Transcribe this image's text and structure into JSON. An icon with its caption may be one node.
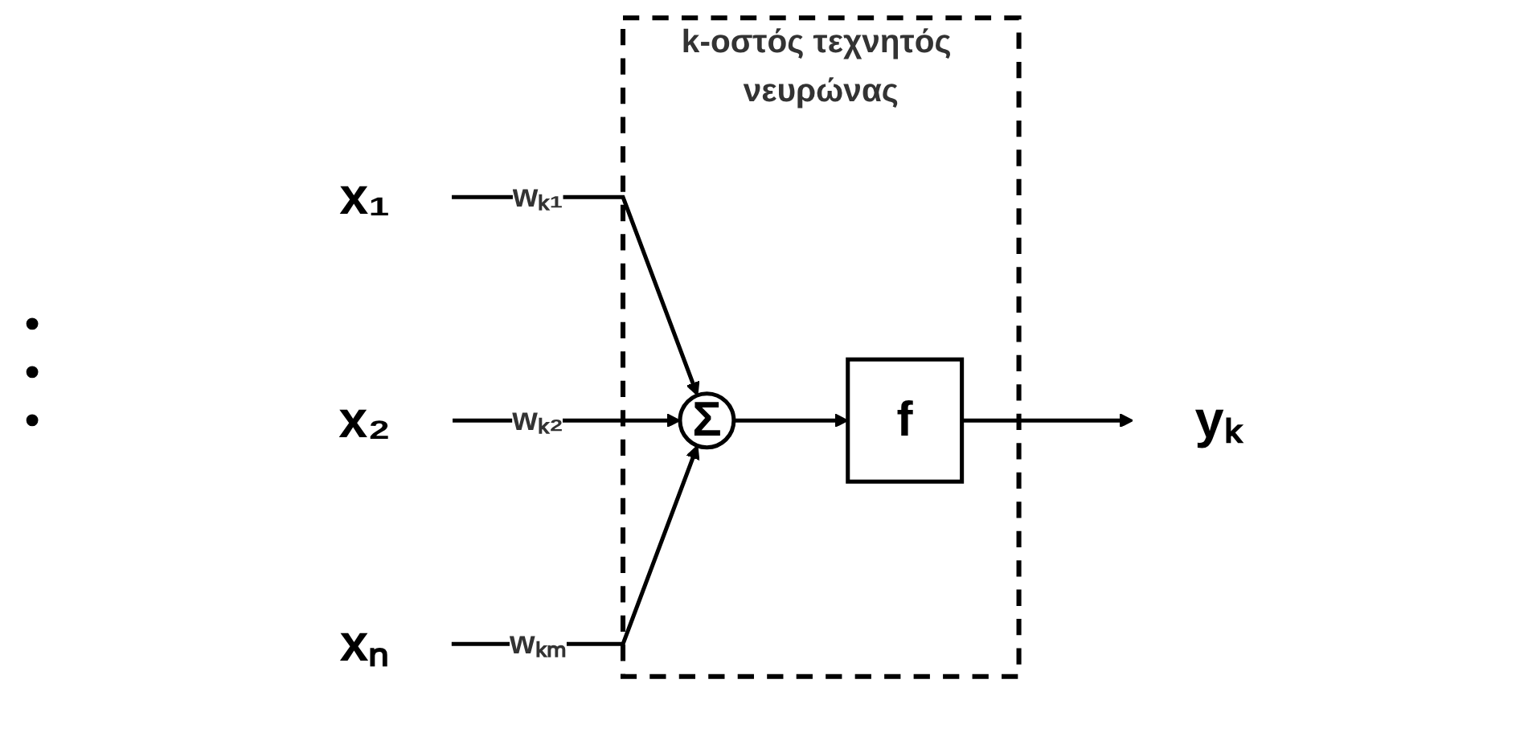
{
  "diagram": {
    "nodes": [
      {
        "text": [
          "k-οστός τεχνητός νευρώνας"
        ]
      },
      {
        "text": [
          "Σ"
        ],
        "in": 0
      },
      {
        "text": [
          "f"
        ],
        "in": 0
      },
      {
        "text": [
          "x₁"
        ]
      },
      {
        "text": [
          "x₂"
        ]
      },
      {
        "text": [
          "xₙ"
        ]
      },
      {
        "text": [
          "yₖ"
        ]
      }
    ],
    "edges": [
      {
        "from": 3,
        "to": 1,
        "arrow": "to",
        "label": "wₖ₁"
      },
      {
        "from": 4,
        "to": 1,
        "arrow": "to",
        "label": "wₖ₂"
      },
      {
        "from": 5,
        "to": 1,
        "arrow": "to",
        "label": "wₖₘ"
      },
      {
        "from": 1,
        "to": 2,
        "arrow": "to"
      },
      {
        "from": 2,
        "to": 6,
        "arrow": "to"
      }
    ],
    "labels": [
      "•",
      "•",
      "•"
    ]
  }
}
